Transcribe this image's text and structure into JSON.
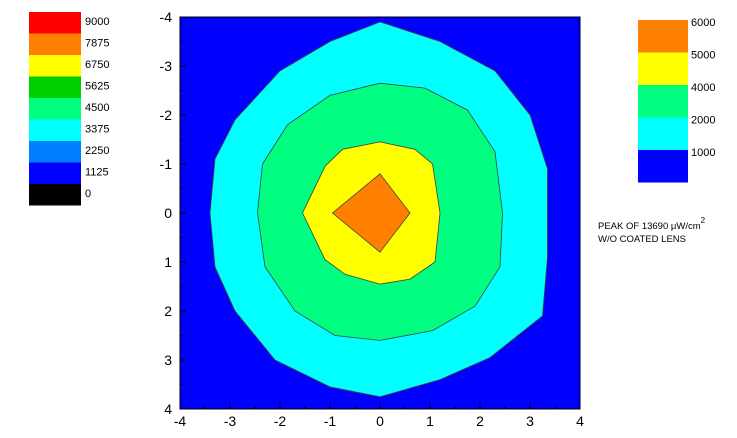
{
  "chart_data": {
    "type": "contour",
    "xlim": [
      -4,
      4
    ],
    "ylim": [
      -4,
      4
    ],
    "y_inverted": true,
    "x_ticks": [
      -4,
      -3,
      -2,
      -1,
      0,
      1,
      2,
      3,
      4
    ],
    "y_ticks": [
      -4,
      -3,
      -2,
      -1,
      0,
      1,
      2,
      3,
      4
    ],
    "background_color": "#0000FF",
    "contour_levels": [
      {
        "min": 1000,
        "max": 2000,
        "color": "#00FFFF",
        "polygon": [
          [
            0,
            -3.9
          ],
          [
            1.2,
            -3.5
          ],
          [
            2.3,
            -2.9
          ],
          [
            3.0,
            -2.0
          ],
          [
            3.35,
            -0.9
          ],
          [
            3.35,
            0.9
          ],
          [
            3.25,
            2.1
          ],
          [
            2.2,
            2.95
          ],
          [
            1.2,
            3.4
          ],
          [
            0,
            3.75
          ],
          [
            -1.0,
            3.55
          ],
          [
            -2.1,
            3.0
          ],
          [
            -2.9,
            2.0
          ],
          [
            -3.3,
            1.1
          ],
          [
            -3.4,
            0
          ],
          [
            -3.3,
            -1.1
          ],
          [
            -2.9,
            -1.9
          ],
          [
            -2.0,
            -2.9
          ],
          [
            -1.0,
            -3.5
          ]
        ]
      },
      {
        "min": 2000,
        "max": 4000,
        "color": "#00FF80",
        "polygon": [
          [
            0,
            -2.65
          ],
          [
            0.9,
            -2.55
          ],
          [
            1.75,
            -2.1
          ],
          [
            2.3,
            -1.25
          ],
          [
            2.45,
            0
          ],
          [
            2.4,
            1.1
          ],
          [
            1.9,
            1.9
          ],
          [
            1.05,
            2.4
          ],
          [
            0,
            2.6
          ],
          [
            -0.9,
            2.5
          ],
          [
            -1.7,
            2.0
          ],
          [
            -2.3,
            1.1
          ],
          [
            -2.45,
            0
          ],
          [
            -2.35,
            -1.0
          ],
          [
            -1.85,
            -1.8
          ],
          [
            -1.0,
            -2.4
          ]
        ]
      },
      {
        "min": 4000,
        "max": 5000,
        "color": "#FFFF00",
        "polygon": [
          [
            0,
            -1.45
          ],
          [
            0.7,
            -1.3
          ],
          [
            1.05,
            -1.0
          ],
          [
            1.2,
            0
          ],
          [
            1.1,
            1.0
          ],
          [
            0.6,
            1.35
          ],
          [
            0,
            1.45
          ],
          [
            -0.7,
            1.25
          ],
          [
            -1.1,
            0.95
          ],
          [
            -1.55,
            0
          ],
          [
            -1.1,
            -0.95
          ],
          [
            -0.75,
            -1.3
          ]
        ]
      },
      {
        "min": 5000,
        "max": 6000,
        "color": "#FF8000",
        "polygon": [
          [
            0,
            -0.8
          ],
          [
            0.6,
            0
          ],
          [
            0,
            0.8
          ],
          [
            -0.95,
            0
          ]
        ]
      }
    ],
    "colorbar_left": {
      "levels": [
        {
          "label": "9000",
          "color": "#FF0000"
        },
        {
          "label": "7875",
          "color": "#FF8000"
        },
        {
          "label": "6750",
          "color": "#FFFF00"
        },
        {
          "label": "5625",
          "color": "#00D000"
        },
        {
          "label": "4500",
          "color": "#00FF80"
        },
        {
          "label": "3375",
          "color": "#00FFFF"
        },
        {
          "label": "2250",
          "color": "#0080FF"
        },
        {
          "label": "1125",
          "color": "#0000FF"
        },
        {
          "label": "0",
          "color": "#000000"
        }
      ]
    },
    "colorbar_right": {
      "levels": [
        {
          "label": "6000",
          "color": "#FF8000"
        },
        {
          "label": "5000",
          "color": "#FFFF00"
        },
        {
          "label": "4000",
          "color": "#00FF80"
        },
        {
          "label": "2000",
          "color": "#00FFFF"
        },
        {
          "label": "1000",
          "color": "#0000FF"
        }
      ]
    },
    "annotation": {
      "line1_prefix": "PEAK OF 13690 ",
      "line1_unit_mu": "μ",
      "line1_unit_rest": "W/cm",
      "line1_superscript": "2",
      "line2": "W/O COATED LENS"
    }
  }
}
